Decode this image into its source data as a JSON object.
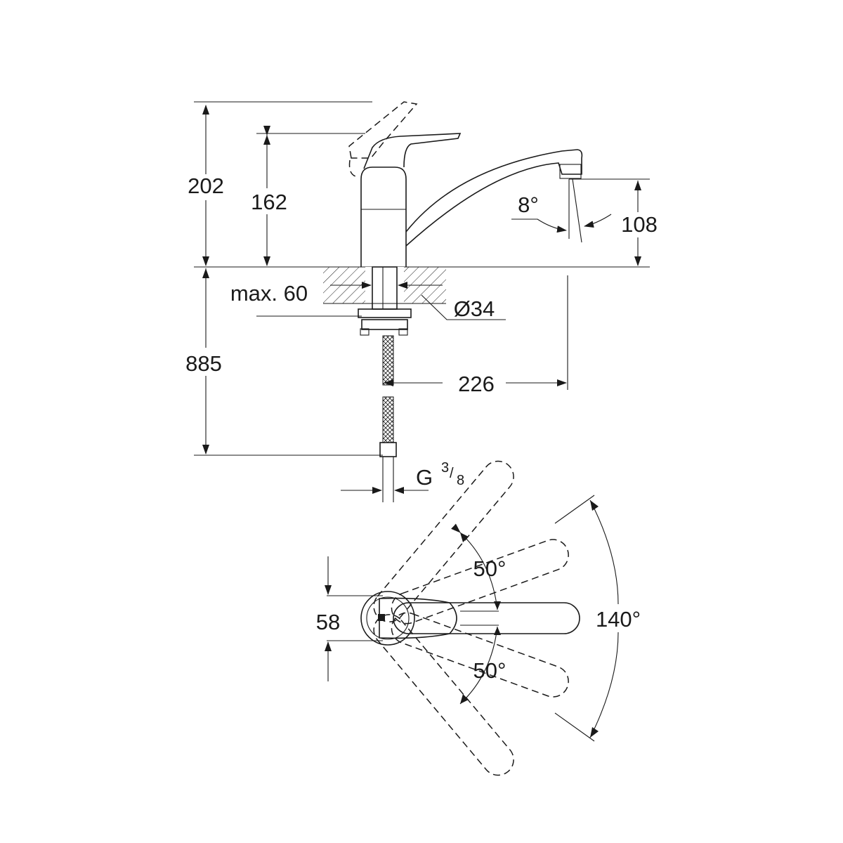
{
  "side_view": {
    "dim_total_height": "202",
    "dim_body_height": "162",
    "dim_spout_height": "108",
    "spout_angle": "8°",
    "max_countertop_thickness": "max. 60",
    "hole_diameter": "Ø34",
    "dim_hose_length": "885",
    "dim_spout_reach": "226",
    "connection_thread": "G",
    "connection_thread_num": "3",
    "connection_thread_den": "8"
  },
  "plan_view": {
    "dim_lever_width": "58",
    "rotation_left": "50°",
    "rotation_right": "50°",
    "rotation_total": "140°"
  },
  "colors": {
    "line": "#1a1a1a",
    "background": "#ffffff"
  }
}
